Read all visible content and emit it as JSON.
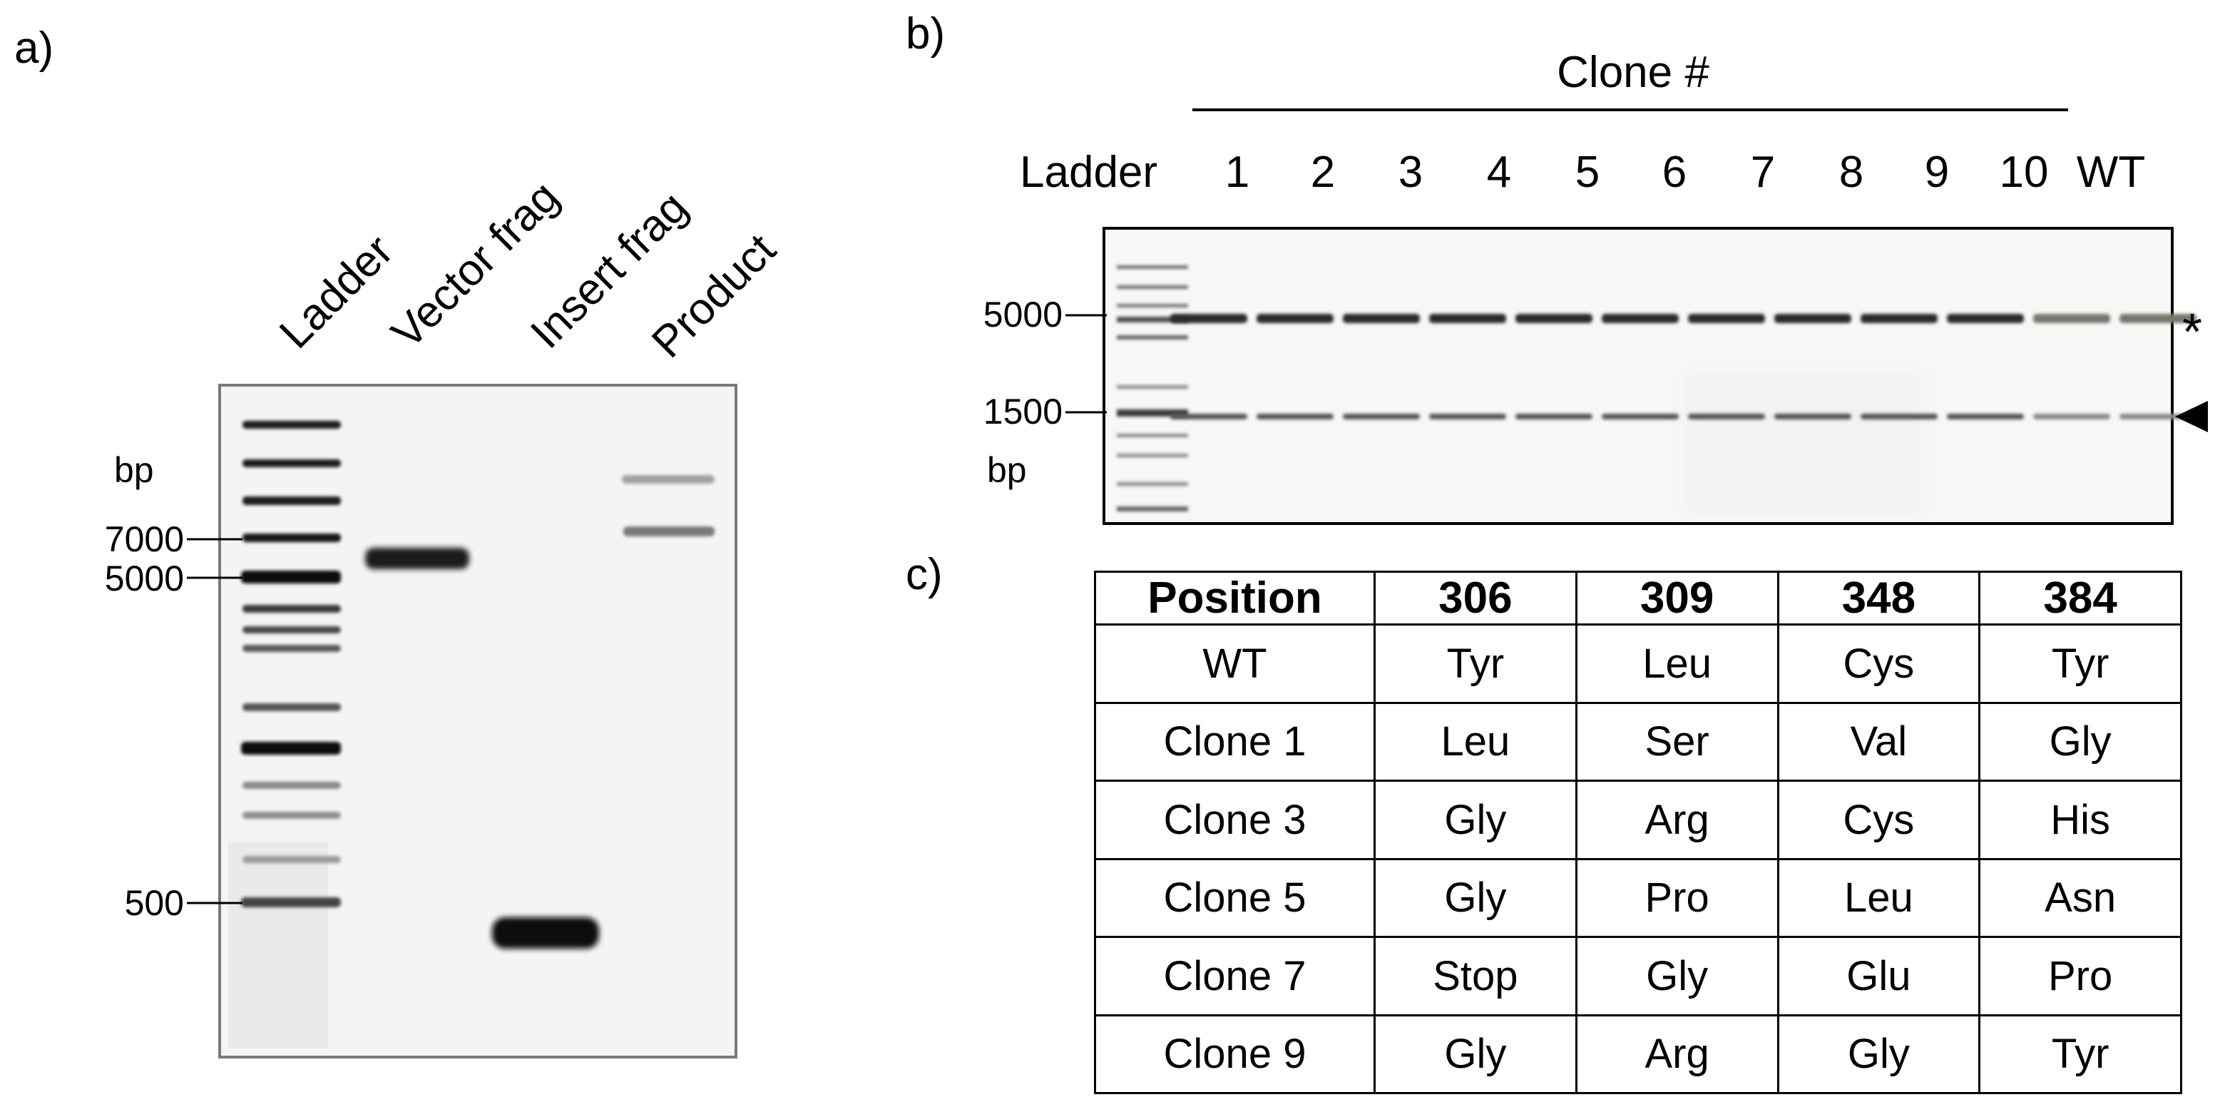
{
  "panel_a": {
    "panel_label": "a)",
    "lanes": [
      "Ladder",
      "Vector frag",
      "Insert frag",
      "Product"
    ],
    "unit": "bp",
    "markers": [
      "7000",
      "5000",
      "500"
    ]
  },
  "panel_b": {
    "panel_label": "b)",
    "group_label": "Clone #",
    "ladder_label": "Ladder",
    "lanes": [
      "1",
      "2",
      "3",
      "4",
      "5",
      "6",
      "7",
      "8",
      "9",
      "10",
      "WT"
    ],
    "unit": "bp",
    "markers": [
      "5000",
      "1500"
    ],
    "star": "*"
  },
  "panel_c": {
    "panel_label": "c)",
    "headers": [
      "Position",
      "306",
      "309",
      "348",
      "384"
    ],
    "rows": [
      [
        "WT",
        "Tyr",
        "Leu",
        "Cys",
        "Tyr"
      ],
      [
        "Clone 1",
        "Leu",
        "Ser",
        "Val",
        "Gly"
      ],
      [
        "Clone 3",
        "Gly",
        "Arg",
        "Cys",
        "His"
      ],
      [
        "Clone 5",
        "Gly",
        "Pro",
        "Leu",
        "Asn"
      ],
      [
        "Clone 7",
        "Stop",
        "Gly",
        "Glu",
        "Pro"
      ],
      [
        "Clone 9",
        "Gly",
        "Arg",
        "Gly",
        "Tyr"
      ]
    ]
  }
}
